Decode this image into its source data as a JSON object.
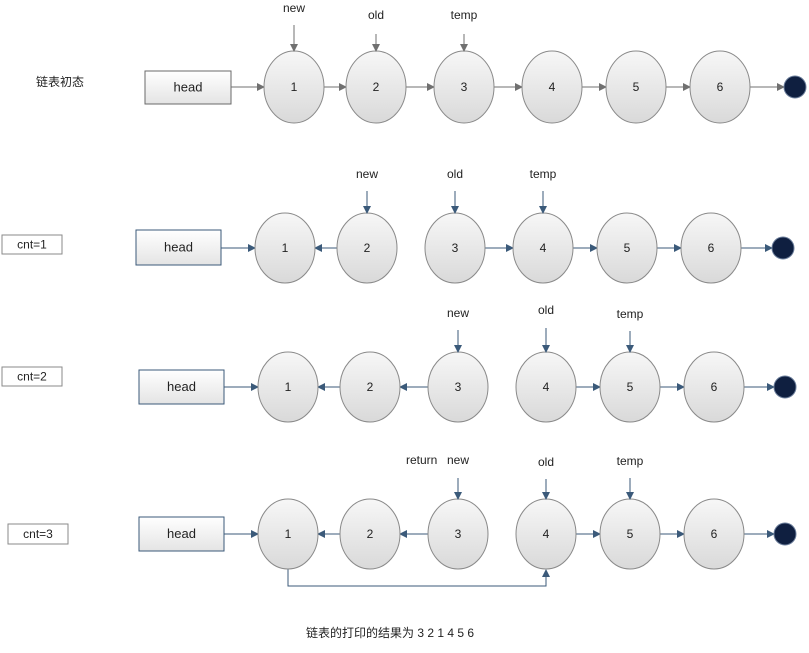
{
  "colors": {
    "node_fill_top": "#f4f4f4",
    "node_fill_bottom": "#dcdcdc",
    "node_stroke": "#8a8a8a",
    "arrow_gray": "#707070",
    "arrow_blue": "#3b5a7a",
    "null_fill": "#0f1f40",
    "head_stroke_blue": "#3b5a7a"
  },
  "top_label": "链表初态",
  "rows": [
    {
      "id": "initial",
      "head": "head",
      "nodes": [
        "1",
        "2",
        "3",
        "4",
        "5",
        "6"
      ],
      "pointers": [
        {
          "text": "new",
          "node": 0
        },
        {
          "text": "old",
          "node": 1
        },
        {
          "text": "temp",
          "node": 2
        }
      ]
    },
    {
      "id": "cnt1",
      "state_label": "cnt=1",
      "head": "head",
      "nodes": [
        "1",
        "2",
        "3",
        "4",
        "5",
        "6"
      ],
      "pointers": [
        {
          "text": "new",
          "node": 1
        },
        {
          "text": "old",
          "node": 2
        },
        {
          "text": "temp",
          "node": 3
        }
      ]
    },
    {
      "id": "cnt2",
      "state_label": "cnt=2",
      "head": "head",
      "nodes": [
        "1",
        "2",
        "3",
        "4",
        "5",
        "6"
      ],
      "pointers": [
        {
          "text": "new",
          "node": 2
        },
        {
          "text": "old",
          "node": 3
        },
        {
          "text": "temp",
          "node": 4
        }
      ]
    },
    {
      "id": "cnt3",
      "state_label": "cnt=3",
      "head": "head",
      "nodes": [
        "1",
        "2",
        "3",
        "4",
        "5",
        "6"
      ],
      "pointers": [
        {
          "text": "new",
          "node": 2
        },
        {
          "text": "old",
          "node": 3
        },
        {
          "text": "temp",
          "node": 4
        }
      ],
      "return_label": "return"
    }
  ],
  "result_text": "链表的打印的结果为  3  2  1  4  5  6"
}
